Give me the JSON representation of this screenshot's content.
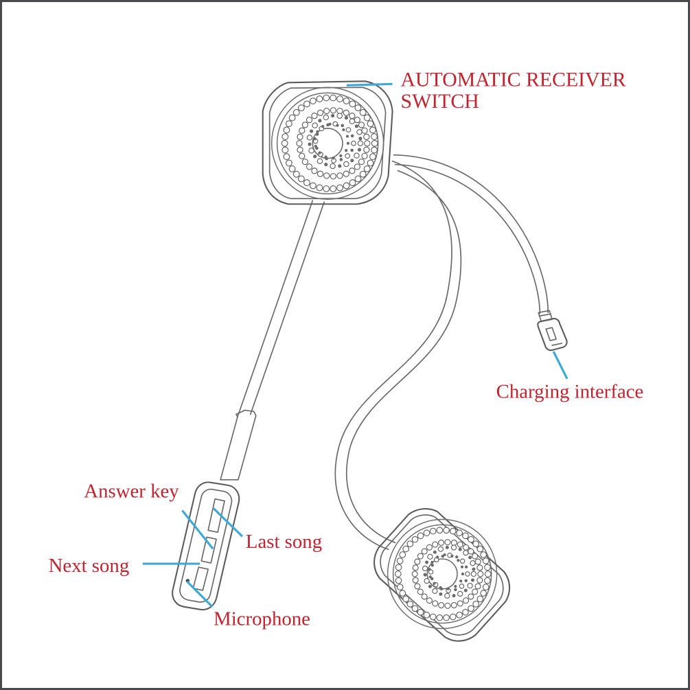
{
  "diagram": {
    "subject": "wireless bluetooth headset",
    "background_color": "#ffffff",
    "frame_border_color": "#4a4a4e",
    "callout_text_color": "#c2242f",
    "leader_line_color": "#3ca9d8",
    "product_line_color": "#5c5c5c"
  },
  "callouts": {
    "automatic_receiver_switch": {
      "line1": "AUTOMATIC RECEIVER",
      "line2": "SWITCH"
    },
    "charging_interface": "Charging interface",
    "answer_key": "Answer key",
    "last_song": "Last song",
    "next_song": "Next song",
    "microphone": "Microphone"
  },
  "parts": {
    "earpiece_top": "speaker-earpiece-upper",
    "earpiece_bottom": "speaker-earpiece-lower",
    "control_module": "inline-control-module",
    "buttons": [
      "last-song-button",
      "answer-key-button",
      "next-song-button"
    ],
    "microphone_port": "microphone-pinhole",
    "charging_connector": "micro-usb-connector",
    "cable_to_control": "cable-earpiece-to-control",
    "cable_to_earpiece": "cable-between-earpieces",
    "cable_to_charger": "cable-to-charging-connector"
  }
}
